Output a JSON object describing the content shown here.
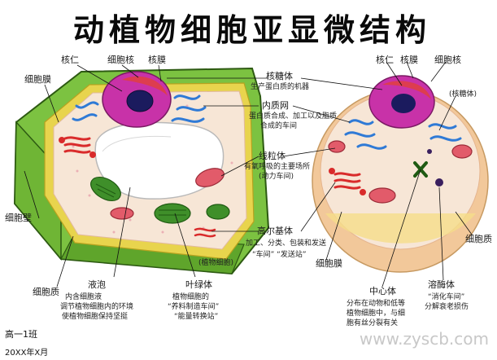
{
  "title": "动植物细胞亚显微结构",
  "labels": {
    "nucleolus_left": "核仁",
    "nucleus_left": "细胞核",
    "nuclear_membrane_left": "核膜",
    "cell_membrane_left": "细胞膜",
    "cell_wall": "细胞壁",
    "cytoplasm": "细胞质",
    "vacuole": "液泡",
    "chloroplast": "叶绿体",
    "ribosome": "核糖体",
    "er": "内质网",
    "mitochondria": "线粒体",
    "golgi": "高尔基体",
    "nucleolus_right": "核仁",
    "nuclear_membrane_right": "核膜",
    "nucleus_right": "细胞核",
    "centrosome": "中心体",
    "lysosome": "溶酶体",
    "cell_membrane_right": "细胞膜",
    "cytoplasm_right": "细胞质",
    "ribosome_right": "(核糖体)"
  },
  "notes": {
    "ribosome_note": "生产蛋白质的机器",
    "er_note_1": "蛋白质合成、加工以及脂质",
    "er_note_2": "合成的车间",
    "mito_note_1": "有氧呼吸的主要场所",
    "mito_note_2": "(动力车间)",
    "golgi_note_1": "加工、分类、包装和发送",
    "golgi_note_2": "“车间” “发送站”",
    "golgi_plant": "(植物细胞)",
    "vacuole_note_1": "内含细胞液",
    "vacuole_note_2": "调节植物细胞内的环境",
    "vacuole_note_3": "使植物细胞保持坚挺",
    "chloro_note_1": "植物细胞的",
    "chloro_note_2": "“养料制造车间”",
    "chloro_note_3": "“能量转换站”",
    "lyso_note_1": "“消化车间”",
    "lyso_note_2": "分解衰老损伤",
    "centro_note_1": "分布在动物和低等",
    "centro_note_2": "植物细胞中，与细",
    "centro_note_3": "胞有丝分裂有关"
  },
  "signature": {
    "line1": "高一1班",
    "line2": "20XX年X月"
  },
  "watermark": "www.zyscb.com",
  "colors": {
    "cell_wall": "#7cc241",
    "cell_wall_dark": "#4e8f1f",
    "membrane": "#e8d44d",
    "cytoplasm": "#f7e6d6",
    "nucleus": "#c832a8",
    "nucleolus": "#1b1b5e",
    "er": "#2f7ad6",
    "golgi": "#d92b2b",
    "mitochondria": "#e25b6a",
    "chloroplast": "#3f8f2a",
    "animal_rim": "#f2c89a"
  }
}
